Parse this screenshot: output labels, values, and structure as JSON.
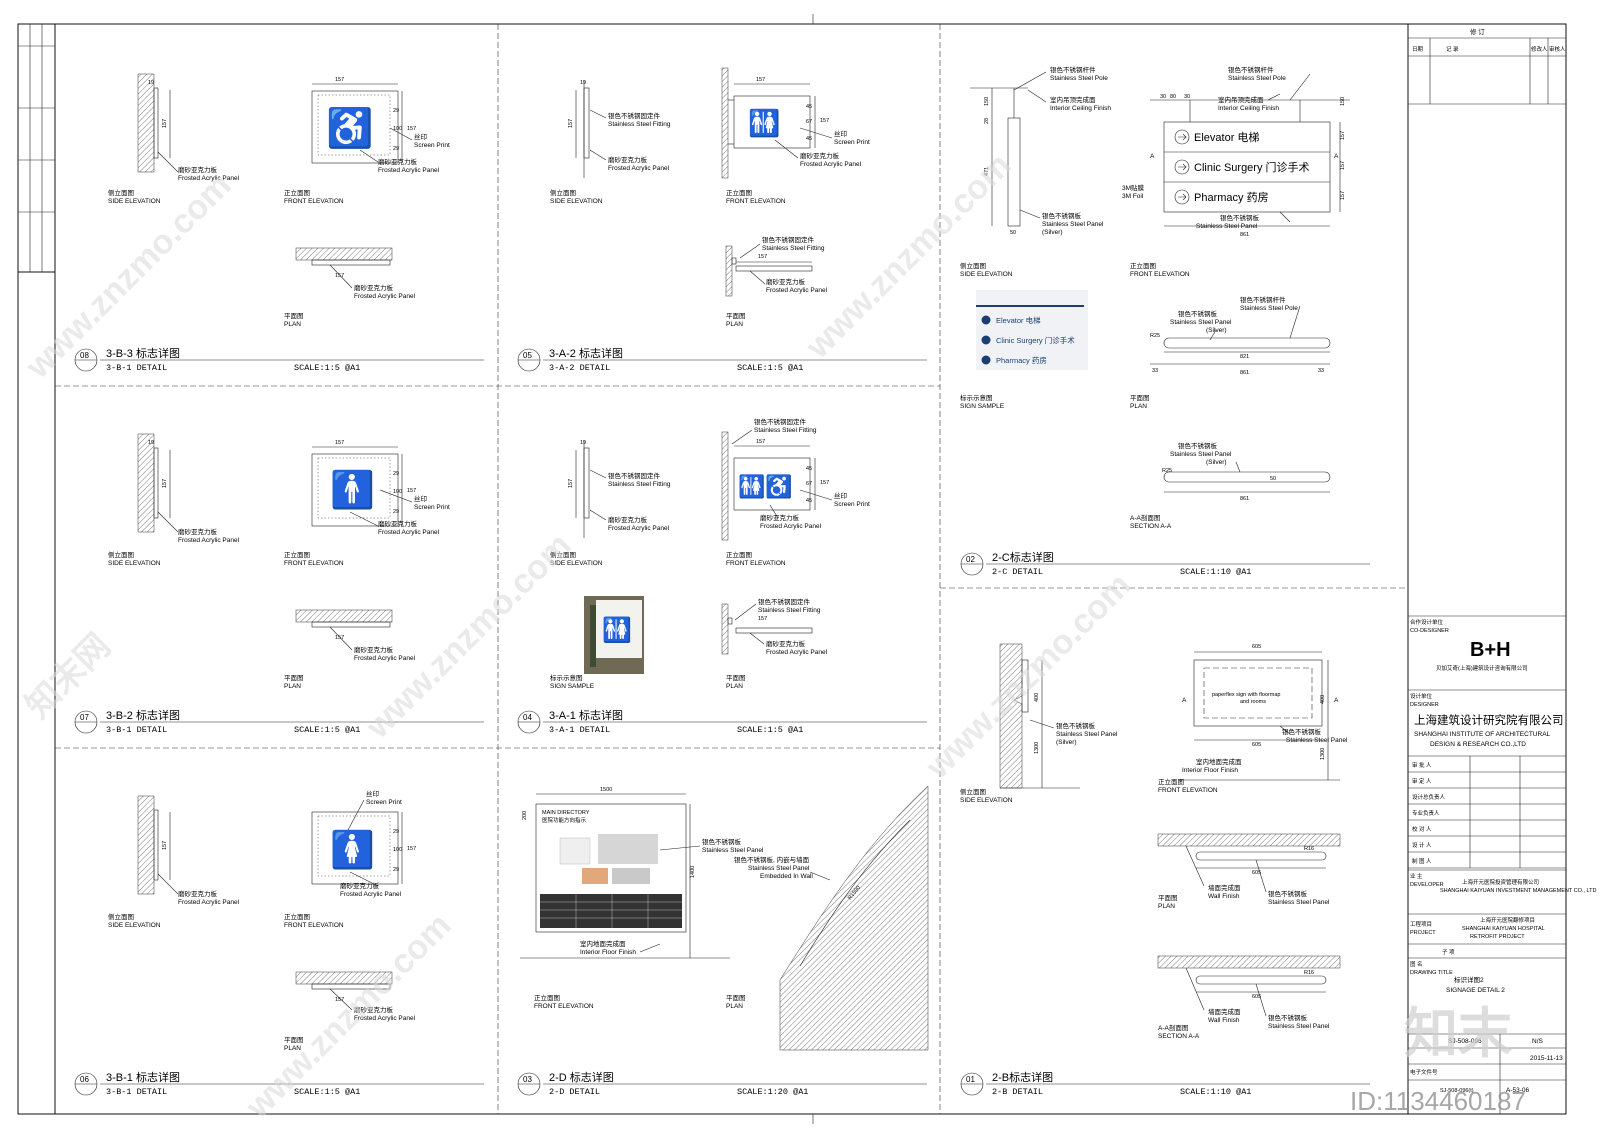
{
  "detail_titles": [
    {
      "num": "08",
      "title": "3-B-3 标志详图",
      "sub": "3-B-1 DETAIL",
      "scale": "SCALE:1:5 @A1"
    },
    {
      "num": "05",
      "title": "3-A-2 标志详图",
      "sub": "3-A-2 DETAIL",
      "scale": "SCALE:1:5 @A1"
    },
    {
      "num": "07",
      "title": "3-B-2 标志详图",
      "sub": "3-B-1 DETAIL",
      "scale": "SCALE:1:5 @A1"
    },
    {
      "num": "04",
      "title": "3-A-1 标志详图",
      "sub": "3-A-1 DETAIL",
      "scale": "SCALE:1:5 @A1"
    },
    {
      "num": "06",
      "title": "3-B-1 标志详图",
      "sub": "3-B-1 DETAIL",
      "scale": "SCALE:1:5 @A1"
    },
    {
      "num": "03",
      "title": "2-D 标志详图",
      "sub": "2-D DETAIL",
      "scale": "SCALE:1:20 @A1"
    },
    {
      "num": "02",
      "title": "2-C标志详图",
      "sub": "2-C DETAIL",
      "scale": "SCALE:1:10 @A1"
    },
    {
      "num": "01",
      "title": "2-B标志详图",
      "sub": "2-B DETAIL",
      "scale": "SCALE:1:10 @A1"
    }
  ],
  "labels": {
    "side_cn": "侧立面图",
    "side_en": "SIDE ELEVATION",
    "front_cn": "正立面图",
    "front_en": "FRONT ELEVATION",
    "plan_cn": "平面图",
    "plan_en": "PLAN",
    "sample_cn": "标示示意图",
    "sample_en": "SIGN SAMPLE",
    "section_cn": "A-A剖面图",
    "section_en": "SECTION A-A",
    "frosted_cn": "磨砂亚克力板",
    "frosted_en": "Frosted Acrylic Panel",
    "print_cn": "丝印",
    "print_en": "Screen Print",
    "fitting_cn": "银色不锈钢固定件",
    "fitting_en": "Stainless Steel Fitting",
    "pole_cn": "银色不锈钢杆件",
    "pole_en": "Stainless Steel Pole",
    "ceiling_cn": "室内吊顶完成面",
    "ceiling_en": "Interior Ceiling Finish",
    "panel_cn": "银色不锈钢板",
    "panel_en": "Stainless Steel Panel",
    "panel_sv": "(Silver)",
    "foil_cn": "3M贴膜",
    "foil_en": "3M Foil",
    "floor_cn": "室内地面完成面",
    "floor_en": "Interior Floor Finish",
    "wall_cn": "墙面完成面",
    "wall_en": "Wall Finish",
    "embed_cn": "银色不锈钢板, 内嵌与墙面",
    "embed_en1": "Stainless Steel Panel",
    "embed_en2": "Embedded In Wall",
    "paperflex1": "paperflex sign with floormap",
    "paperflex2": "and rooms",
    "directory_en": "MAIN DIRECTORY",
    "directory_cn": "医院功能方向指示"
  },
  "dims": {
    "d157": "157",
    "d19": "19",
    "d29": "29",
    "d100": "100",
    "d45": "45",
    "d67": "67",
    "d861": "861",
    "d821": "821",
    "d471": "471",
    "d150": "150",
    "d28": "28",
    "d50": "50",
    "d30": "30",
    "d80": "80",
    "d33": "33",
    "d605": "605",
    "d400": "400",
    "d1300": "1300",
    "d1500": "1500",
    "d1400": "1400",
    "d200": "200",
    "d100b": "100",
    "r16": "R16",
    "r25": "R25",
    "r1590": "R1590"
  },
  "sign_items": [
    "Elevator 电梯",
    "Clinic Surgery 门诊手术",
    "Pharmacy 药房"
  ],
  "title_block": {
    "revision_header": "修    订",
    "rev_cols": [
      "日期",
      "记          录",
      "修改人",
      "审核人"
    ],
    "co_designer_cn": "合作设计单位",
    "co_designer_en": "CO-DESIGNER",
    "bh_logo": "B+H",
    "bh_name": "贝加艾奇(上海)建筑设计咨询有限公司",
    "designer_cn": "设计单位",
    "designer_en": "DESIGNER",
    "institute_cn": "上海建筑设计研究院有限公司",
    "institute_en1": "SHANGHAI INSTITUTE OF ARCHITECTURAL",
    "institute_en2": "DESIGN & RESEARCH CO.,LTD",
    "roles": [
      "审 批 人",
      "审 定 人",
      "设计总负责人",
      "专业负责人",
      "校 对 人",
      "设 计 人",
      "制 图 人"
    ],
    "developer_cn": "业  主",
    "developer_en": "DEVELOPER",
    "developer_name_cn": "上海开元医院投资管理有限公司",
    "developer_name_en": "SHANGHAI KAIYUAN INVESTMENT MANAGEMENT CO., LTD",
    "project_cn": "工程项目",
    "project_en": "PROJECT",
    "project_name_cn": "上海开元医院翻修项目",
    "project_name_en1": "SHANGHAI KAIYUAN HOSPITAL",
    "project_name_en2": "RETROFIT PROJECT",
    "sub_item": "子  项",
    "drawing_title_cn": "图  名",
    "drawing_title_en": "DRAWING TITLE",
    "title_cn": "标识详图2",
    "title_en": "SIGNAGE DETAIL 2",
    "drawing_no": "SJ-508-096",
    "scale": "N/S",
    "date": "2015-11-13",
    "file_cn": "电子文件号",
    "file_no": "SJ-508-096(t)",
    "sheet_no": "A-53-06"
  },
  "watermarks": {
    "site": "www.znzmo.com",
    "brand": "知末网",
    "big": "知末",
    "id": "ID:1134460187"
  }
}
